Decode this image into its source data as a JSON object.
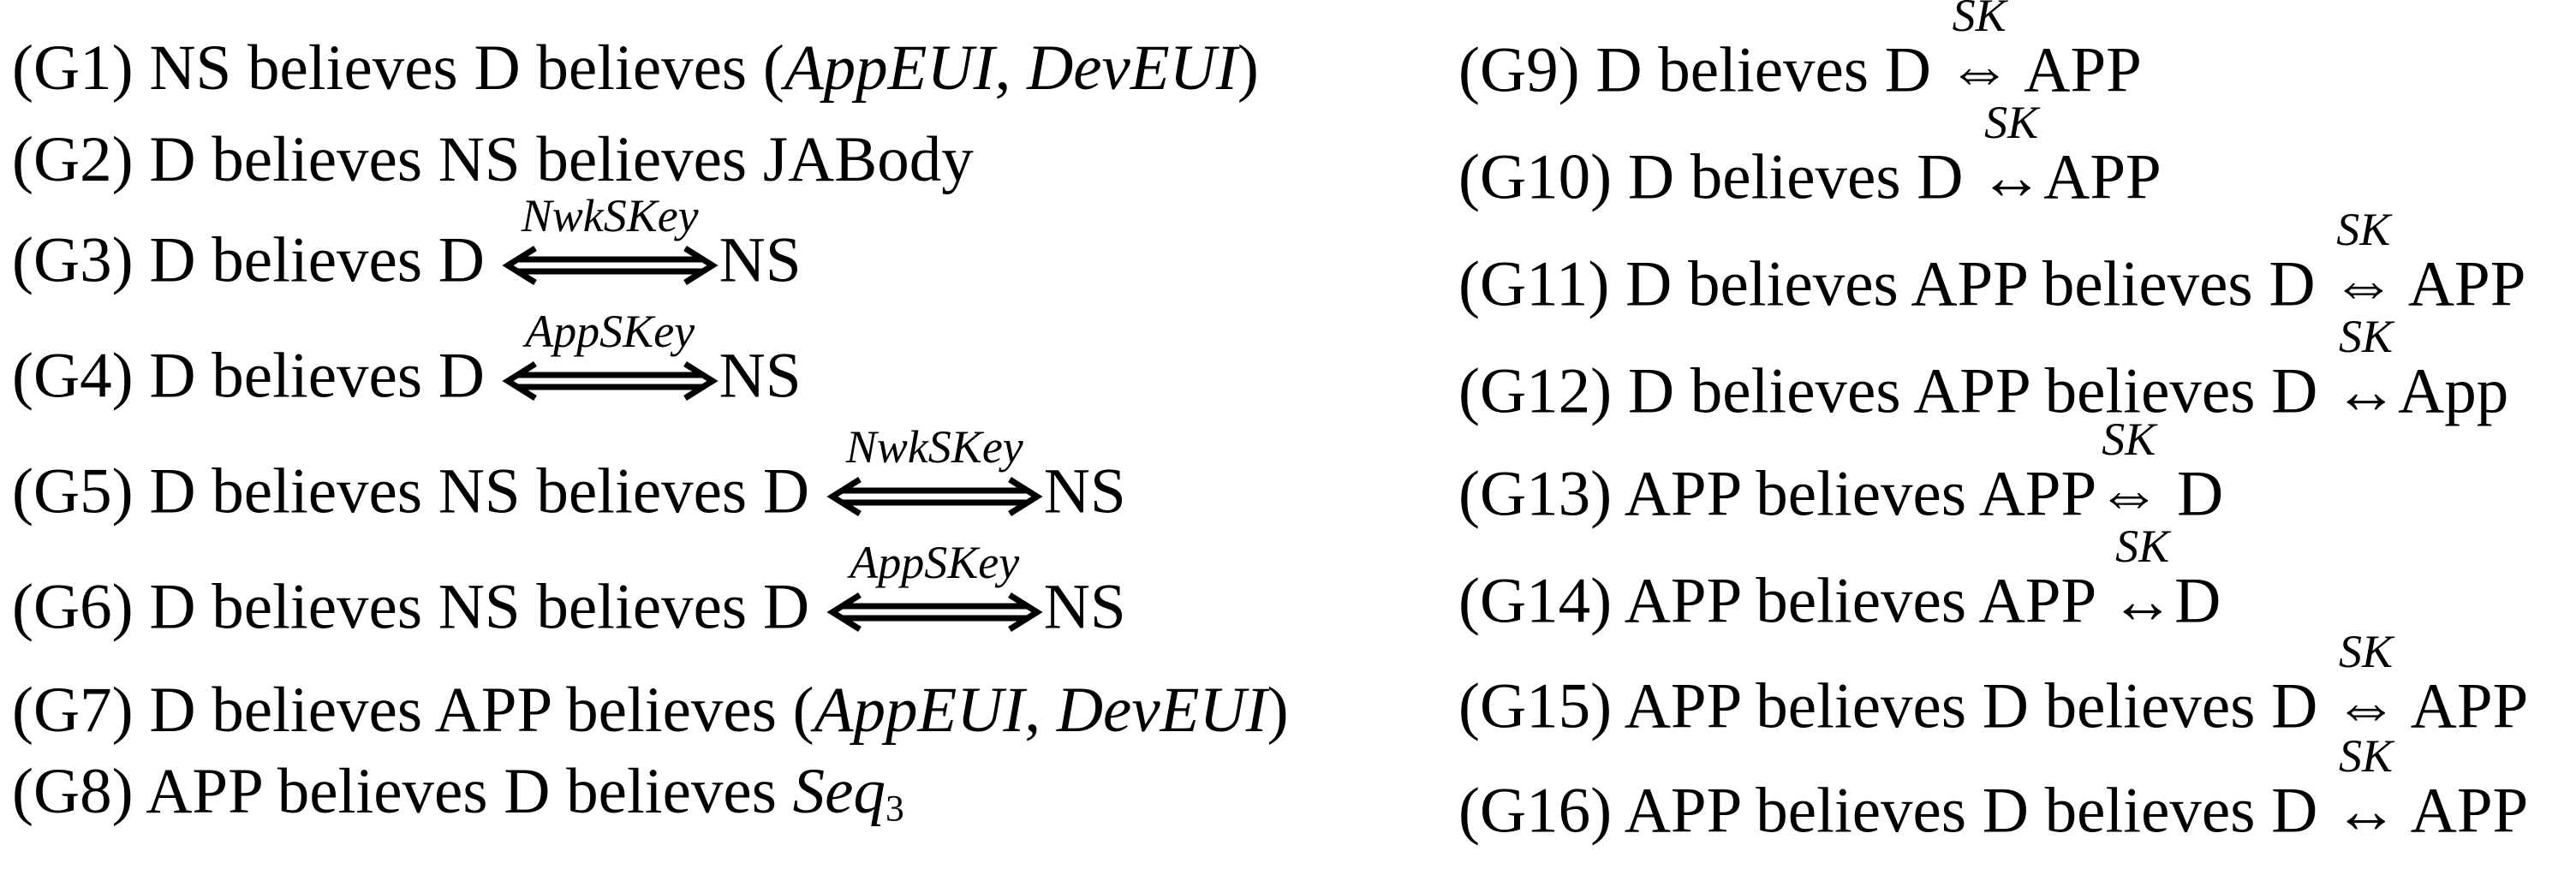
{
  "page": {
    "background": "#ffffff",
    "text_color": "#000000"
  },
  "symbols": {
    "double_arrow": "⇔",
    "left_right_arrow": "↔"
  },
  "columns": {
    "left": {
      "goals": [
        {
          "id": "G1",
          "segments": [
            {
              "type": "text",
              "value": "(G1) NS believes D believes ("
            },
            {
              "type": "math",
              "value": "AppEUI"
            },
            {
              "type": "text",
              "value": ", "
            },
            {
              "type": "math",
              "value": "DevEUI"
            },
            {
              "type": "text",
              "value": ")"
            }
          ]
        },
        {
          "id": "G2",
          "segments": [
            {
              "type": "text",
              "value": "(G2) D believes NS believes JABody"
            }
          ]
        },
        {
          "id": "G3",
          "segments": [
            {
              "type": "text",
              "value": "(G3) D believes D "
            },
            {
              "type": "long-key-arrow",
              "key": "NwkSKey"
            },
            {
              "type": "text",
              "value": "NS"
            }
          ]
        },
        {
          "id": "G4",
          "segments": [
            {
              "type": "text",
              "value": "(G4) D believes D "
            },
            {
              "type": "long-key-arrow",
              "key": "AppSKey"
            },
            {
              "type": "text",
              "value": "NS"
            }
          ]
        },
        {
          "id": "G5",
          "segments": [
            {
              "type": "text",
              "value": "(G5) D believes NS believes D "
            },
            {
              "type": "long-key-arrow",
              "key": "NwkSKey"
            },
            {
              "type": "text",
              "value": "NS"
            }
          ]
        },
        {
          "id": "G6",
          "segments": [
            {
              "type": "text",
              "value": "(G6) D believes NS believes D "
            },
            {
              "type": "long-key-arrow",
              "key": "AppSKey"
            },
            {
              "type": "text",
              "value": "NS"
            }
          ]
        },
        {
          "id": "G7",
          "segments": [
            {
              "type": "text",
              "value": "(G7) D believes APP believes ("
            },
            {
              "type": "math",
              "value": "AppEUI"
            },
            {
              "type": "text",
              "value": ", "
            },
            {
              "type": "math",
              "value": "DevEUI"
            },
            {
              "type": "text",
              "value": ")"
            }
          ]
        },
        {
          "id": "G8",
          "segments": [
            {
              "type": "text",
              "value": "(G8) APP believes D believes "
            },
            {
              "type": "math",
              "value": "Seq"
            },
            {
              "type": "sub",
              "value": "3"
            }
          ]
        }
      ]
    },
    "right": {
      "goals": [
        {
          "id": "G9",
          "segments": [
            {
              "type": "text",
              "value": "(G9) D believes D "
            },
            {
              "type": "double-key-arrow",
              "key": "SK"
            },
            {
              "type": "text",
              "value": " APP"
            }
          ]
        },
        {
          "id": "G10",
          "segments": [
            {
              "type": "text",
              "value": "(G10) D believes D "
            },
            {
              "type": "single-key-arrow",
              "key": "SK"
            },
            {
              "type": "text",
              "value": "APP"
            }
          ]
        },
        {
          "id": "G11",
          "segments": [
            {
              "type": "text",
              "value": "(G11) D believes APP believes D "
            },
            {
              "type": "double-key-arrow",
              "key": "SK"
            },
            {
              "type": "text",
              "value": " APP"
            }
          ]
        },
        {
          "id": "G12",
          "segments": [
            {
              "type": "text",
              "value": "(G12) D believes APP believes D "
            },
            {
              "type": "single-key-arrow",
              "key": "SK"
            },
            {
              "type": "text",
              "value": "App"
            }
          ]
        },
        {
          "id": "G13",
          "segments": [
            {
              "type": "text",
              "value": "(G13) APP believes APP"
            },
            {
              "type": "double-key-arrow",
              "key": "SK"
            },
            {
              "type": "text",
              "value": " D"
            }
          ]
        },
        {
          "id": "G14",
          "segments": [
            {
              "type": "text",
              "value": "(G14) APP believes APP "
            },
            {
              "type": "single-key-arrow",
              "key": "SK"
            },
            {
              "type": "text",
              "value": "D"
            }
          ]
        },
        {
          "id": "G15",
          "segments": [
            {
              "type": "text",
              "value": "(G15) APP believes D believes D "
            },
            {
              "type": "double-key-arrow",
              "key": "SK"
            },
            {
              "type": "text",
              "value": " APP"
            }
          ]
        },
        {
          "id": "G16",
          "segments": [
            {
              "type": "text",
              "value": "(G16) APP believes D believes D "
            },
            {
              "type": "single-key-arrow",
              "key": "SK"
            },
            {
              "type": "text",
              "value": " APP"
            }
          ]
        }
      ]
    }
  }
}
